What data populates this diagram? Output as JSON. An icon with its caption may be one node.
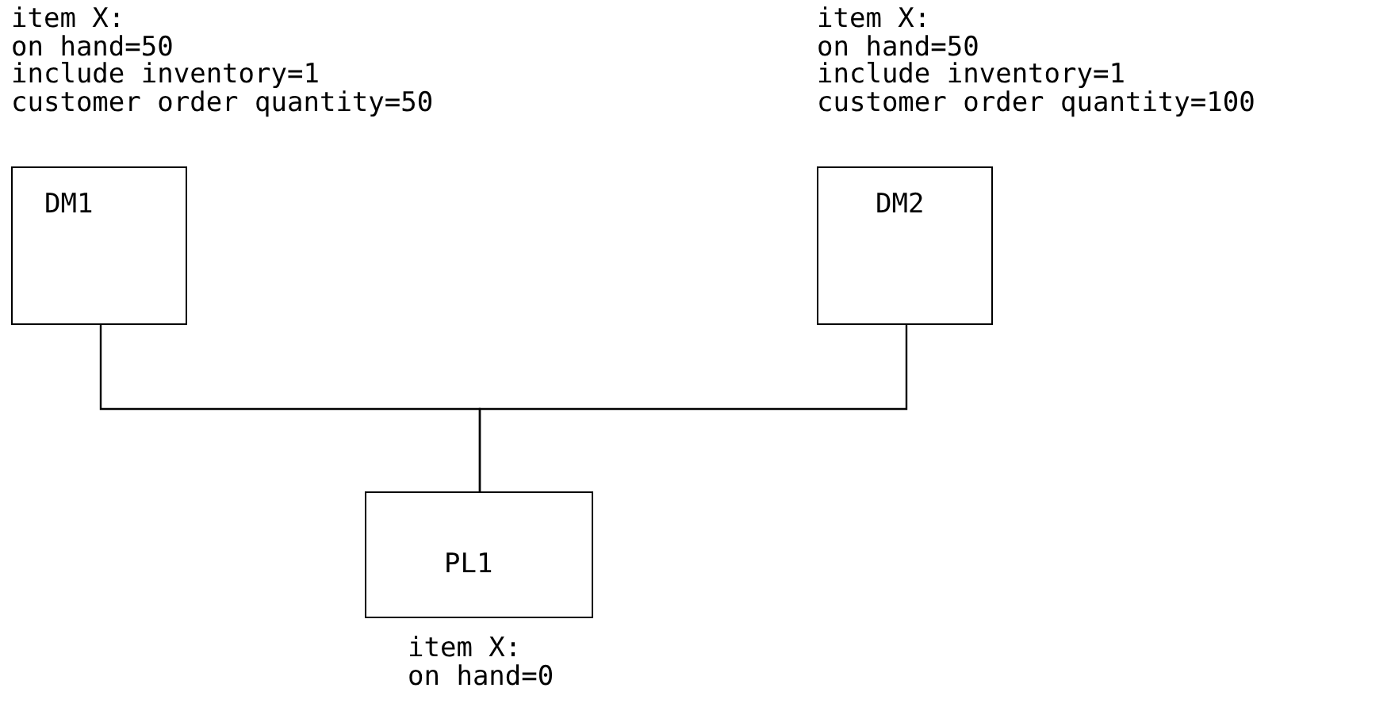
{
  "diagram": {
    "nodes": [
      {
        "text": [
          "DM1"
        ],
        "beside": [
          "item X:",
          "on hand=50",
          "include inventory=1",
          "customer order quantity=50"
        ]
      },
      {
        "text": [
          "DM2"
        ],
        "beside": [
          "item X:",
          "on hand=50",
          "include inventory=1",
          "customer order quantity=100"
        ]
      },
      {
        "text": [
          "PL1"
        ],
        "beside": [
          "item X:",
          "on hand=0"
        ]
      }
    ],
    "edges": [
      {
        "from": 0,
        "to": 2,
        "arrow": "none"
      },
      {
        "from": 1,
        "to": 2,
        "arrow": "none"
      }
    ]
  }
}
